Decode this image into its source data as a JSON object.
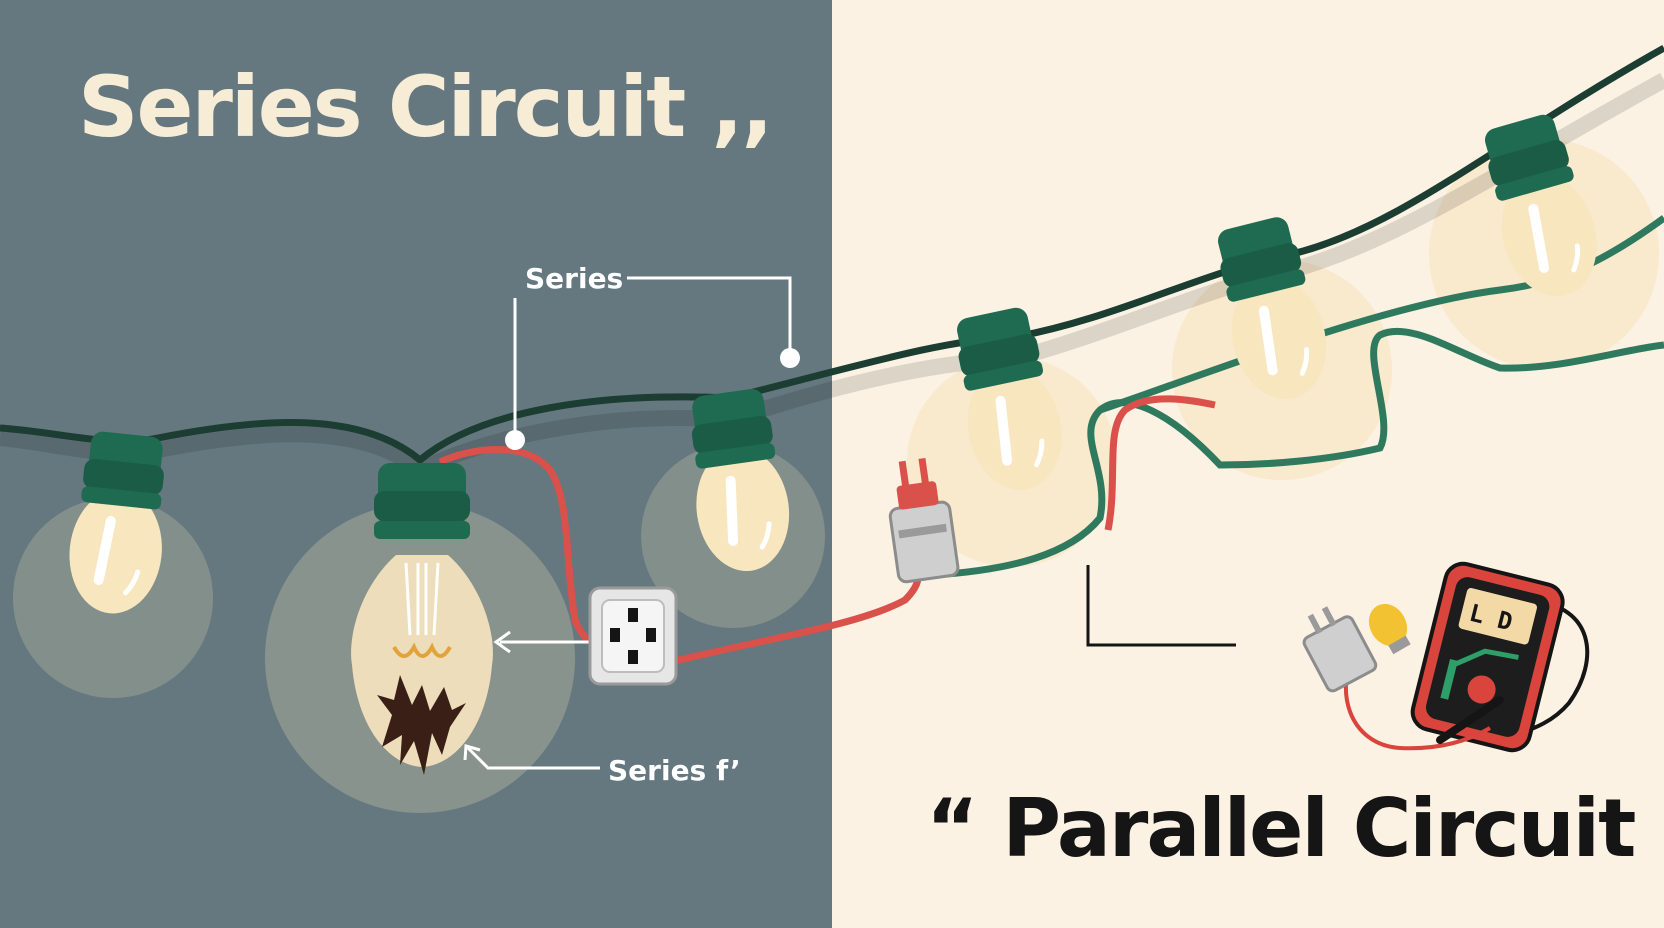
{
  "panels": {
    "left": {
      "title": "Series Circuit ,,",
      "background": "#65787f"
    },
    "right": {
      "title": "“ Parallel Circuit ”",
      "background": "#fbf2e3"
    }
  },
  "callouts": {
    "series": "Series",
    "series_failed": "Series f’"
  },
  "colors": {
    "wire_dark": "#1b3d32",
    "wire_green": "#2f7a5e",
    "wire_red": "#d9514a",
    "socket_green": "#1f6b51",
    "bulb_glass": "#f8e6bf",
    "burn_mark": "#3a1f17",
    "meter_red": "#d9443d"
  },
  "icons": [
    "light-bulb-icon",
    "burnt-bulb-icon",
    "wall-outlet-icon",
    "plug-icon",
    "multimeter-icon"
  ]
}
